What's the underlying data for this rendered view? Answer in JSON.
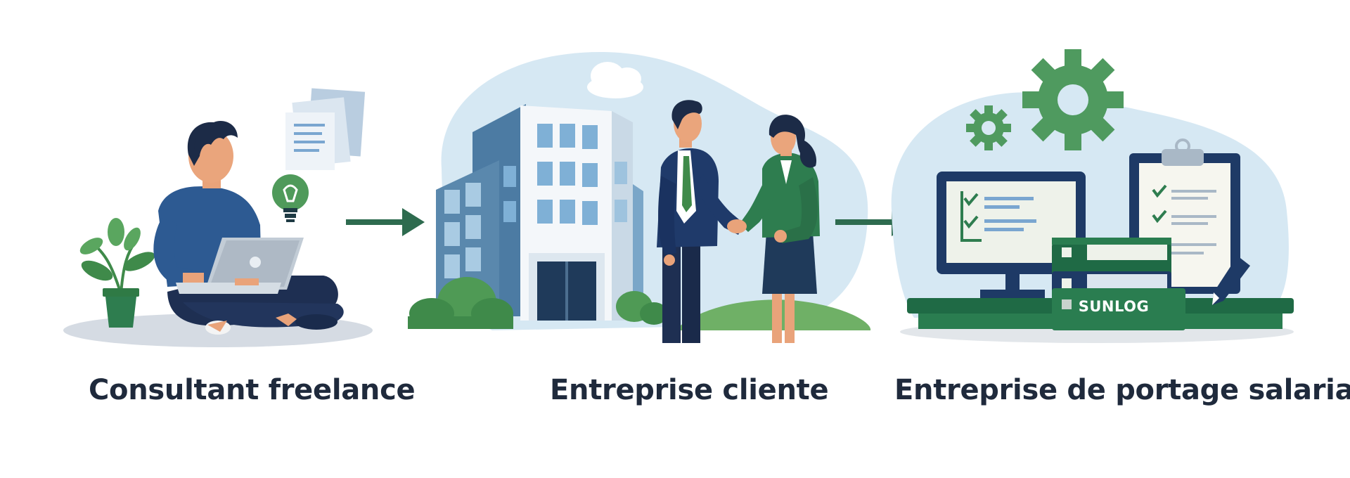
{
  "steps": [
    {
      "id": "consultant",
      "label": "Consultant freelance"
    },
    {
      "id": "client",
      "label": "Entreprise cliente"
    },
    {
      "id": "portage",
      "label": "Entreprise de portage salarial"
    }
  ],
  "brand": {
    "name": "SUNLOG"
  },
  "colors": {
    "navy": "#1e3a66",
    "green": "#2e7d4f",
    "light_green": "#5aa65f",
    "sky": "#d6e8f3",
    "text": "#1f2a3c"
  },
  "icons": [
    "laptop-icon",
    "lightbulb-icon",
    "documents-icon",
    "plant-icon",
    "building-icon",
    "handshake-icon",
    "gear-icon",
    "monitor-icon",
    "clipboard-icon",
    "binders-icon",
    "pen-icon"
  ]
}
